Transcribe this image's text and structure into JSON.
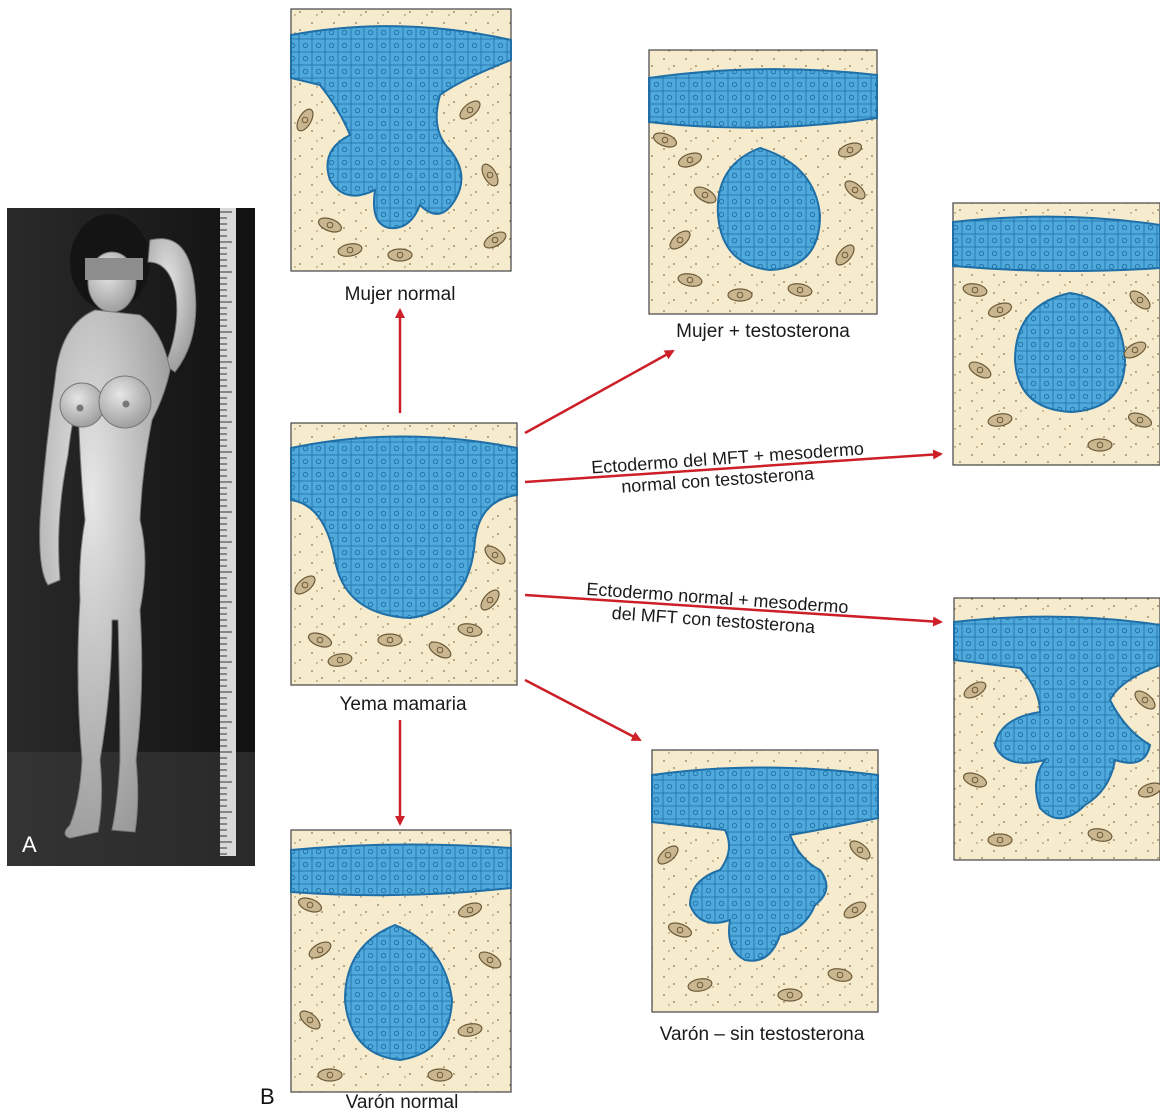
{
  "panel_letters": {
    "a": "A",
    "b": "B"
  },
  "labels": {
    "mujer_normal": "Mujer normal",
    "mujer_testosterona": "Mujer + testosterona",
    "yema_mamaria": "Yema mamaria",
    "varon_normal": "Varón normal",
    "varon_sin_testosterona": "Varón – sin testosterona",
    "ecto_mft_line1": "Ectodermo del MFT + mesodermo",
    "ecto_mft_line2": "normal con testosterona",
    "ecto_normal_line1": "Ectodermo normal + mesodermo",
    "ecto_normal_line2": "del MFT con testosterona"
  },
  "colors": {
    "arrow": "#cc1f27",
    "epithelium": "#4fa9db",
    "epithelium_outline": "#1f6fa6",
    "mesenchyme": "#f6ebcc",
    "cell": "#cbb78f",
    "cell_outline": "#6b5a3a"
  }
}
